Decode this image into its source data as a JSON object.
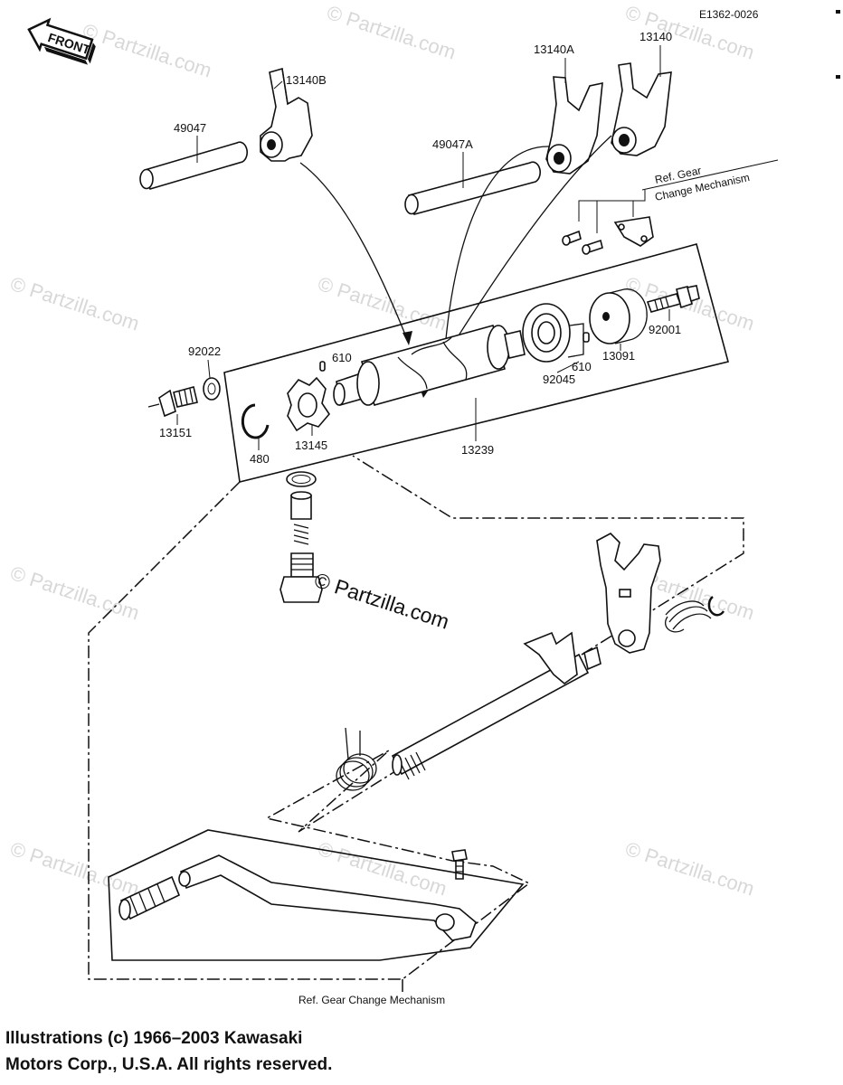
{
  "diagram_id": "E1362-0026",
  "front_label": "FRONT",
  "watermark": "© Partzilla.com",
  "center_watermark": "© Partzilla.com",
  "parts": {
    "p13140B": "13140B",
    "p49047": "49047",
    "p49047A": "49047A",
    "p13140A": "13140A",
    "p13140": "13140",
    "p92022": "92022",
    "p610a": "610",
    "p610b": "610",
    "p92045": "92045",
    "p13091": "13091",
    "p92001": "92001",
    "p13151": "13151",
    "p480": "480",
    "p13145": "13145",
    "p13239": "13239"
  },
  "ref_gear_top_line1": "Ref.   Gear",
  "ref_gear_top_line2": "Change Mechanism",
  "ref_gear_bottom": "Ref.  Gear  Change  Mechanism",
  "copyright_line1": "Illustrations (c) 1966–2003 Kawasaki",
  "copyright_line2": "Motors Corp., U.S.A.  All rights reserved."
}
